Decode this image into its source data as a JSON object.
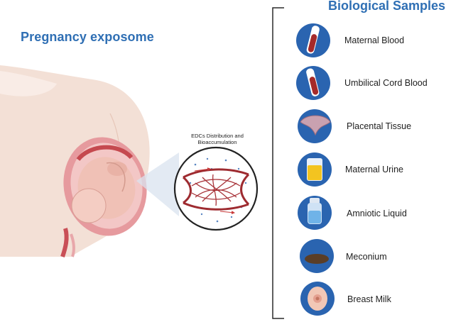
{
  "left_title": "Pregnancy exposome",
  "right_title": "Biological Samples",
  "zoom_caption": "EDCs Distribution and Bioaccumulation",
  "samples": [
    {
      "label": "Maternal Blood",
      "icon": "blood-tube-icon"
    },
    {
      "label": "Umbilical Cord Blood",
      "icon": "cord-blood-tube-icon"
    },
    {
      "label": "Placental Tissue",
      "icon": "placenta-icon"
    },
    {
      "label": "Maternal Urine",
      "icon": "urine-cup-icon"
    },
    {
      "label": "Amniotic Liquid",
      "icon": "vial-icon"
    },
    {
      "label": "Meconium",
      "icon": "meconium-icon"
    },
    {
      "label": "Breast Milk",
      "icon": "breast-icon"
    }
  ],
  "colors": {
    "title_blue": "#2f6fb4",
    "circle_blue": "#2a64b0",
    "skin": "#f2ddd3",
    "uterus": "#e7a0a3",
    "vessel_red": "#9e2b30"
  }
}
